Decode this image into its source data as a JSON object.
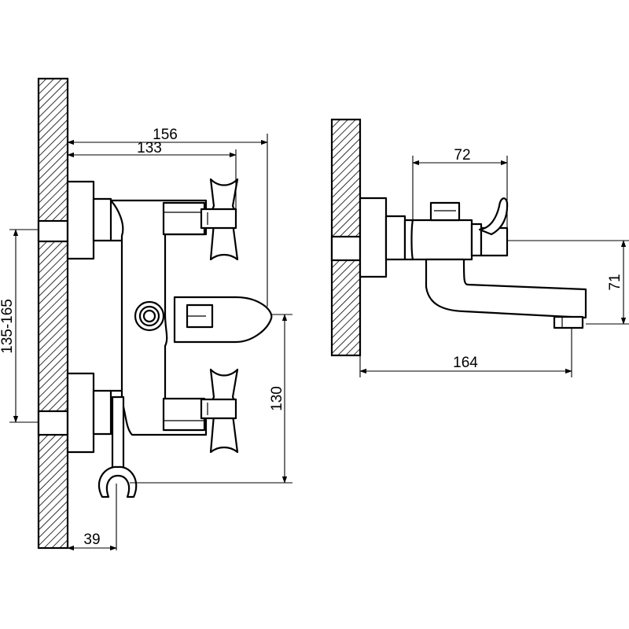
{
  "dimensions": {
    "overall_depth": "156",
    "handle_depth": "133",
    "inlet_spacing": "135-165",
    "height_to_holder": "130",
    "holder_offset": "39",
    "body_width": "72",
    "spout_height": "71",
    "spout_reach": "164"
  }
}
